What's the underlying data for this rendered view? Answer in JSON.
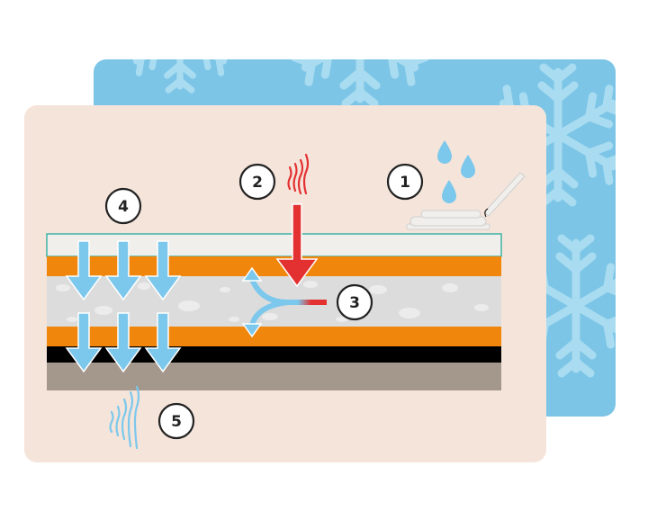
{
  "colors": {
    "cold_card": "#7cc5e6",
    "warm_card": "#f5e4da",
    "top_layer": "#f0efec",
    "orange_layer": "#f0860c",
    "insulation_layer": "#dcdcdc",
    "black_layer": "#000000",
    "base_layer": "#a4978c",
    "cold_arrow": "#7cc8ec",
    "heat_arrow": "#e33030"
  },
  "markers": [
    {
      "label": "1"
    },
    {
      "label": "2"
    },
    {
      "label": "3"
    },
    {
      "label": "4"
    },
    {
      "label": "5"
    }
  ]
}
